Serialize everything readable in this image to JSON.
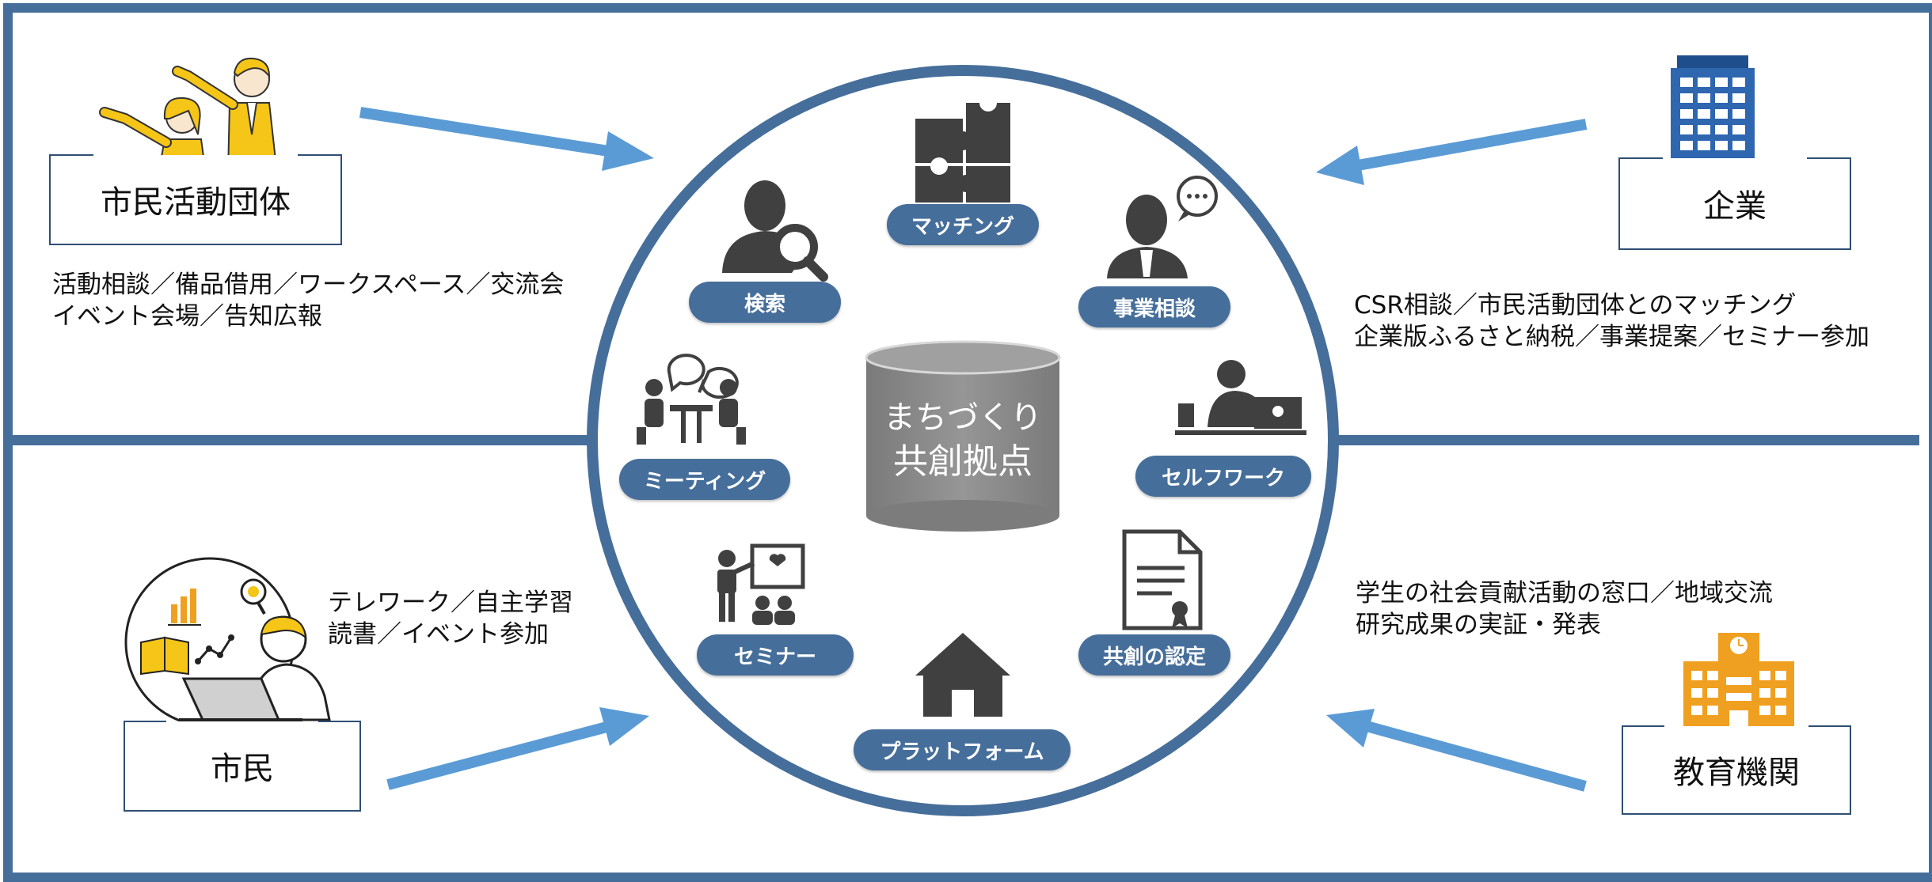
{
  "center": {
    "line1": "まちづくり",
    "line2": "共創拠点"
  },
  "hub_items": [
    {
      "id": "search",
      "label": "検索",
      "icon": "person-magnifier-icon"
    },
    {
      "id": "matching",
      "label": "マッチング",
      "icon": "puzzle-icon"
    },
    {
      "id": "consultation",
      "label": "事業相談",
      "icon": "businessman-speech-icon"
    },
    {
      "id": "meeting",
      "label": "ミーティング",
      "icon": "meeting-table-icon"
    },
    {
      "id": "selfwork",
      "label": "セルフワーク",
      "icon": "laptop-worker-icon"
    },
    {
      "id": "seminar",
      "label": "セミナー",
      "icon": "presenter-icon"
    },
    {
      "id": "certification",
      "label": "共創の認定",
      "icon": "certificate-icon"
    },
    {
      "id": "platform",
      "label": "プラットフォーム",
      "icon": "house-icon"
    }
  ],
  "stakeholders": {
    "civic_groups": {
      "title": "市民活動団体",
      "desc": [
        "活動相談／備品借用／ワークスペース／交流会",
        "イベント会場／告知広報"
      ],
      "icon": "pointing-people-icon"
    },
    "companies": {
      "title": "企業",
      "desc": [
        "CSR相談／市民活動団体とのマッチング",
        "企業版ふるさと納税／事業提案／セミナー参加"
      ],
      "icon": "office-building-icon"
    },
    "citizens": {
      "title": "市民",
      "desc": [
        "テレワーク／自主学習",
        "読書／イベント参加"
      ],
      "icon": "laptop-learner-icon"
    },
    "education": {
      "title": "教育機関",
      "desc": [
        "学生の社会貢献活動の窓口／地域交流",
        "研究成果の実証・発表"
      ],
      "icon": "school-building-icon"
    }
  },
  "colors": {
    "frame": "#466e9a",
    "pill": "#466e9a",
    "arrow": "#5b9bd5",
    "icon": "#404040",
    "cylinder": "#8c8c8c",
    "building_blue": "#2e66b0",
    "school_orange": "#f0a020",
    "person_yellow": "#f5c518"
  }
}
